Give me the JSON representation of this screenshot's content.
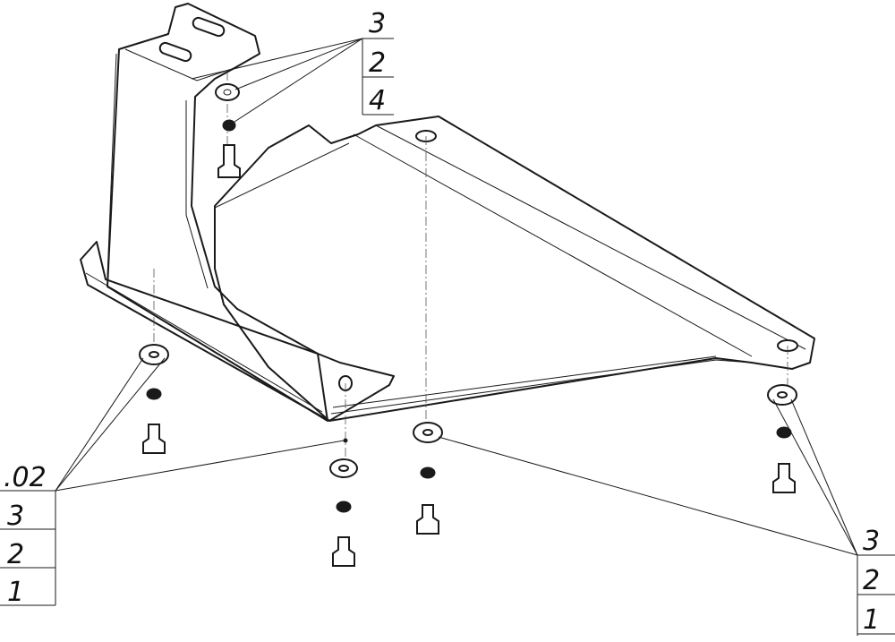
{
  "callouts": {
    "top": [
      "3",
      "2",
      "4"
    ],
    "left": [
      ".02",
      "3",
      "2",
      "1"
    ],
    "right": [
      "3",
      "2",
      "1"
    ]
  },
  "colors": {
    "line": "#1a1a1a",
    "background": "#ffffff"
  }
}
